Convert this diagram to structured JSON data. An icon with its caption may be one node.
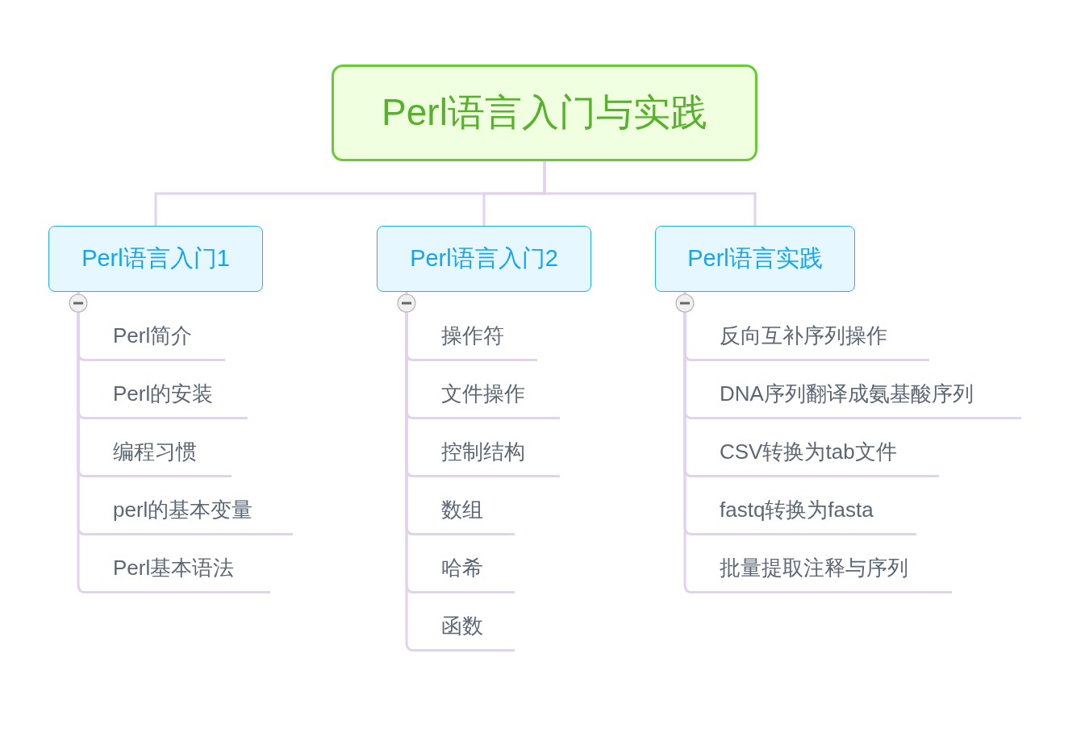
{
  "diagram": {
    "nodes": [
      {
        "text": [
          "Perl语言入门与实践"
        ]
      },
      {
        "text": [
          "Perl语言入门1"
        ]
      },
      {
        "text": [
          "Perl语言入门2"
        ]
      },
      {
        "text": [
          "Perl语言实践"
        ]
      },
      {
        "text": [
          "Perl简介"
        ]
      },
      {
        "text": [
          "Perl的安装"
        ]
      },
      {
        "text": [
          "编程习惯"
        ]
      },
      {
        "text": [
          "perl的基本变量"
        ]
      },
      {
        "text": [
          "Perl基本语法"
        ]
      },
      {
        "text": [
          "操作符"
        ]
      },
      {
        "text": [
          "文件操作"
        ]
      },
      {
        "text": [
          "控制结构"
        ]
      },
      {
        "text": [
          "数组"
        ]
      },
      {
        "text": [
          "哈希"
        ]
      },
      {
        "text": [
          "函数"
        ]
      },
      {
        "text": [
          "反向互补序列操作"
        ]
      },
      {
        "text": [
          "DNA序列翻译成氨基酸序列"
        ]
      },
      {
        "text": [
          "CSV转换为tab文件"
        ]
      },
      {
        "text": [
          "fastq转换为fasta"
        ]
      },
      {
        "text": [
          "批量提取注释与序列"
        ]
      }
    ],
    "edges": [
      {
        "from": 0,
        "to": 1,
        "arrow": "none"
      },
      {
        "from": 0,
        "to": 2,
        "arrow": "none"
      },
      {
        "from": 0,
        "to": 3,
        "arrow": "none"
      },
      {
        "from": 1,
        "to": 4,
        "arrow": "none"
      },
      {
        "from": 1,
        "to": 5,
        "arrow": "none"
      },
      {
        "from": 1,
        "to": 6,
        "arrow": "none"
      },
      {
        "from": 1,
        "to": 7,
        "arrow": "none"
      },
      {
        "from": 1,
        "to": 8,
        "arrow": "none"
      },
      {
        "from": 2,
        "to": 9,
        "arrow": "none"
      },
      {
        "from": 2,
        "to": 10,
        "arrow": "none"
      },
      {
        "from": 2,
        "to": 11,
        "arrow": "none"
      },
      {
        "from": 2,
        "to": 12,
        "arrow": "none"
      },
      {
        "from": 2,
        "to": 13,
        "arrow": "none"
      },
      {
        "from": 2,
        "to": 14,
        "arrow": "none"
      },
      {
        "from": 3,
        "to": 15,
        "arrow": "none"
      },
      {
        "from": 3,
        "to": 16,
        "arrow": "none"
      },
      {
        "from": 3,
        "to": 17,
        "arrow": "none"
      },
      {
        "from": 3,
        "to": 18,
        "arrow": "none"
      },
      {
        "from": 3,
        "to": 19,
        "arrow": "none"
      }
    ]
  }
}
